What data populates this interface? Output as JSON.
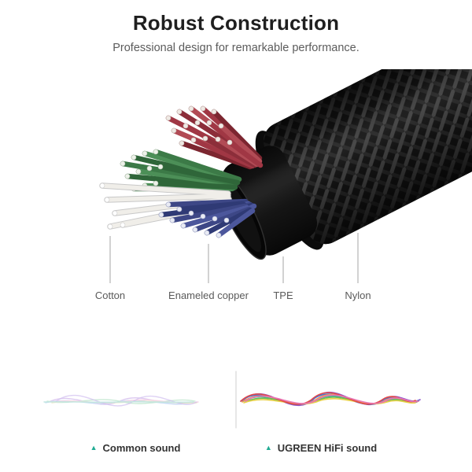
{
  "header": {
    "title": "Robust Construction",
    "subtitle": "Professional design for remarkable performance."
  },
  "diagram": {
    "labels": [
      {
        "text": "Cotton"
      },
      {
        "text": "Enameled copper"
      },
      {
        "text": "TPE"
      },
      {
        "text": "Nylon"
      }
    ]
  },
  "soundwaves": {
    "left_label": "Common sound",
    "right_label": "UGREEN HiFi sound",
    "marker": "▲",
    "accent_color": "#21ab93"
  },
  "palette": {
    "copper_red": "#a03744",
    "wire_green": "#3c7a47",
    "wire_blue": "#3d4786",
    "cotton_white": "#f0eee9",
    "tpe_black": "#161616",
    "nylon_braid_black": "#121212"
  }
}
